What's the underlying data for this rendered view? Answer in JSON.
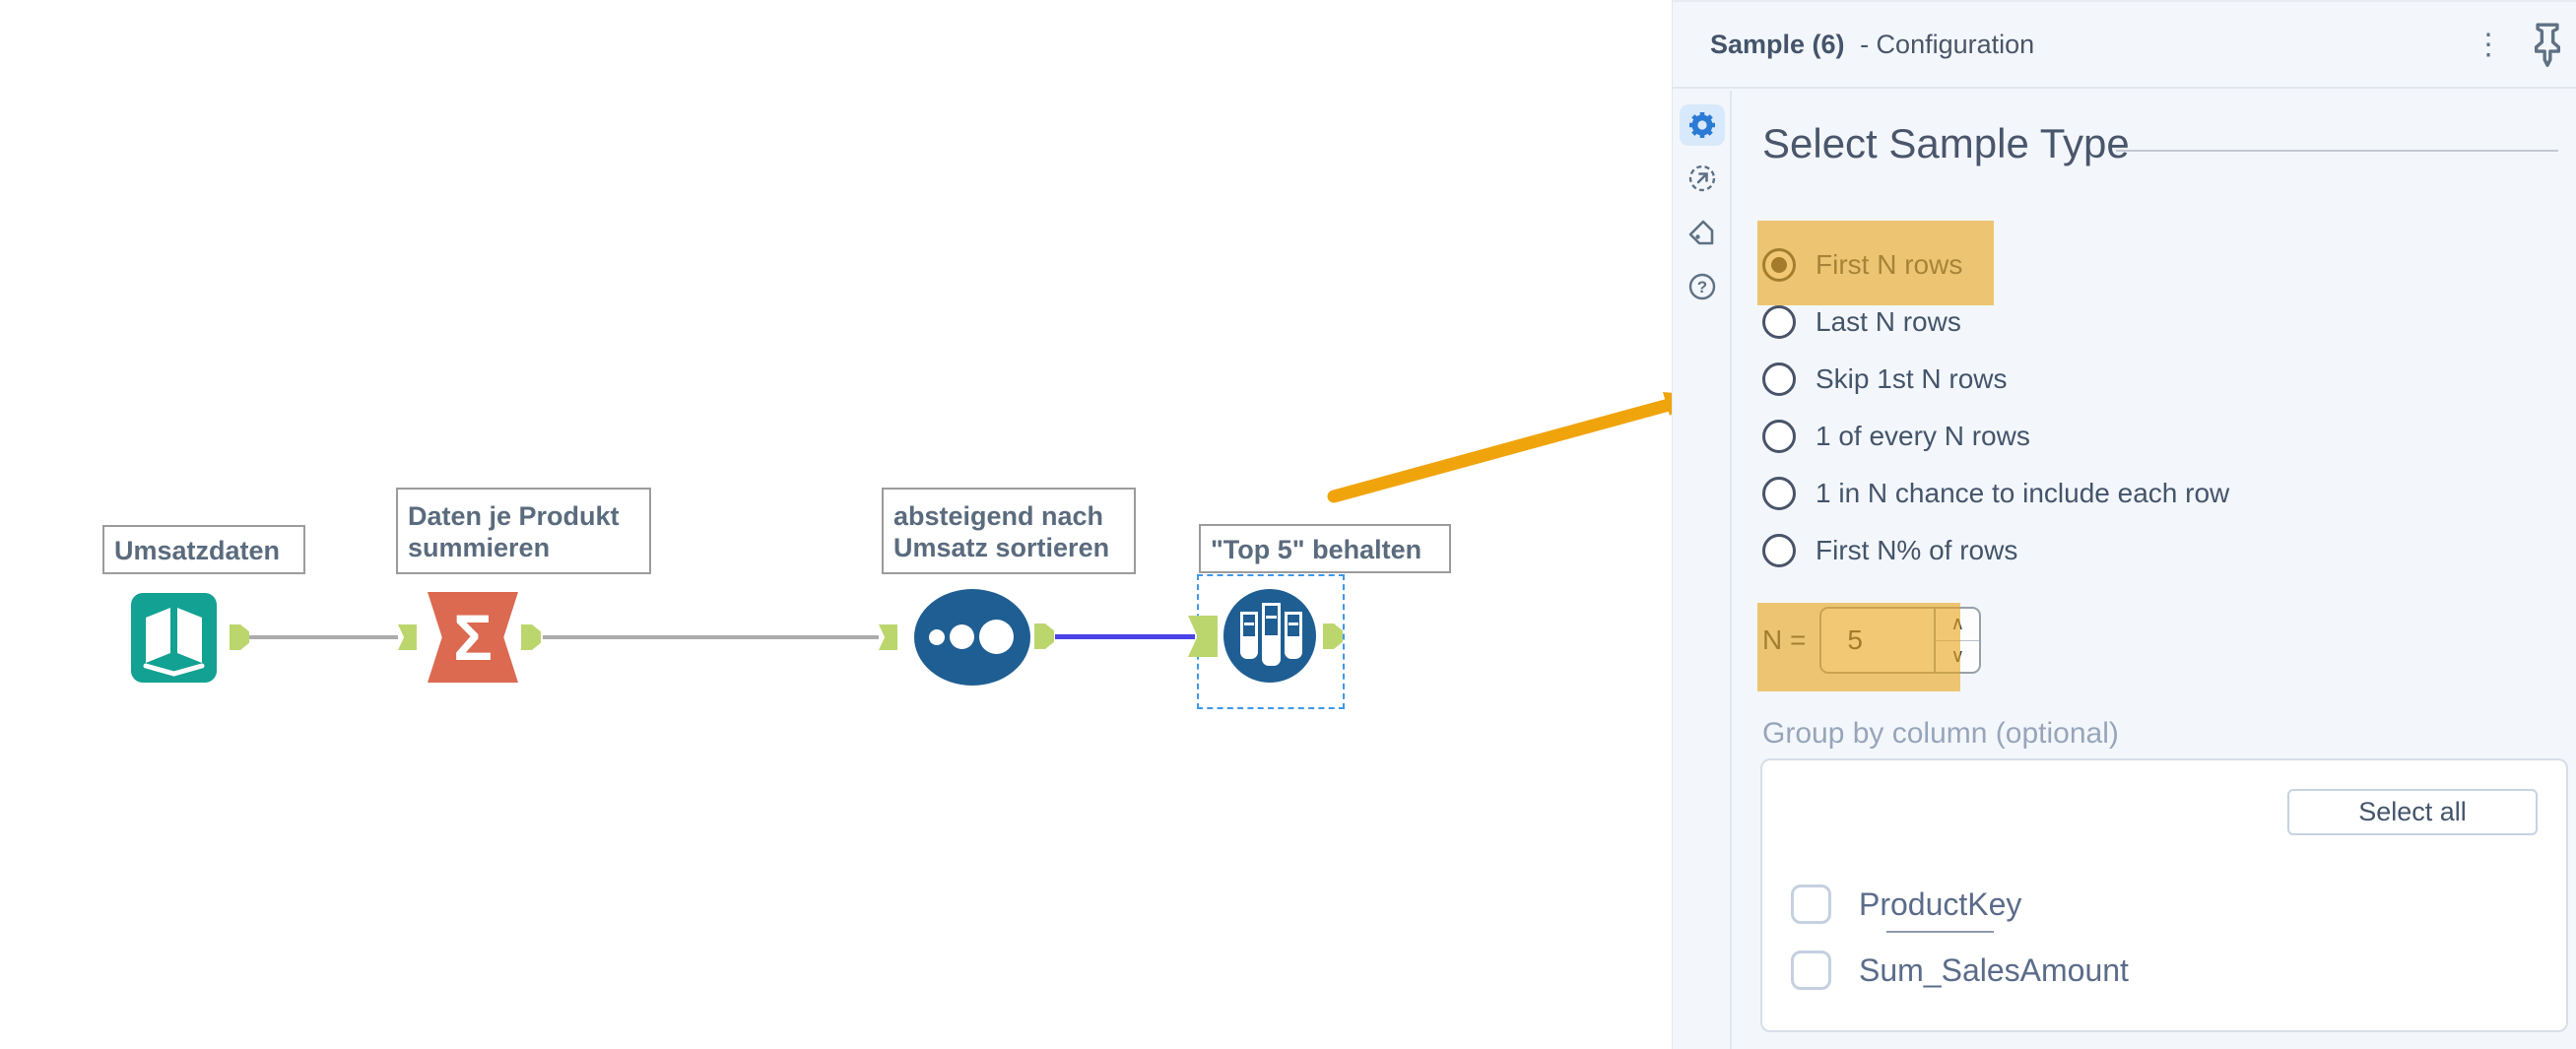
{
  "canvas": {
    "tools": [
      {
        "type": "input-data",
        "label_lines": [
          "Umsatzdaten"
        ]
      },
      {
        "type": "summarize",
        "label_lines": [
          "Daten je Produkt",
          "summieren"
        ]
      },
      {
        "type": "sort",
        "label_lines": [
          "absteigend nach",
          "Umsatz sortieren"
        ]
      },
      {
        "type": "sample",
        "label_lines": [
          "\"Top 5\" behalten"
        ]
      }
    ],
    "summarize_glyph": "Σ",
    "annotation_arrow_color": "#f0a40c",
    "connection_selected_color": "#4a43e8",
    "connection_color": "#acacac",
    "anchor_color": "#bcd66e",
    "tool_colors": {
      "input": "#12a192",
      "summarize": "#db6a51",
      "blue": "#1f5e93"
    }
  },
  "panel": {
    "header": {
      "title_bold": "Sample (6)",
      "title_rest": "- Configuration",
      "kebab_glyph": "⋮"
    },
    "nav_icons": [
      "gear-icon",
      "open-in-new-icon",
      "tag-icon",
      "help-icon"
    ],
    "section_title": "Select Sample Type",
    "sample_type": {
      "options": [
        {
          "label": "First N rows",
          "selected": true
        },
        {
          "label": "Last N rows",
          "selected": false
        },
        {
          "label": "Skip 1st N rows",
          "selected": false
        },
        {
          "label": "1 of every N rows",
          "selected": false
        },
        {
          "label": "1 in N chance to include each row",
          "selected": false
        },
        {
          "label": "First N% of rows",
          "selected": false
        }
      ]
    },
    "n_field": {
      "label": "N =",
      "value": "5",
      "up_glyph": "∧",
      "down_glyph": "∨"
    },
    "group_by": {
      "label": "Group by column (optional)",
      "select_all_label": "Select all",
      "columns": [
        {
          "label": "ProductKey",
          "checked": false
        },
        {
          "label": "Sum_SalesAmount",
          "checked": false
        }
      ]
    },
    "highlight_color": "#e9a317"
  }
}
